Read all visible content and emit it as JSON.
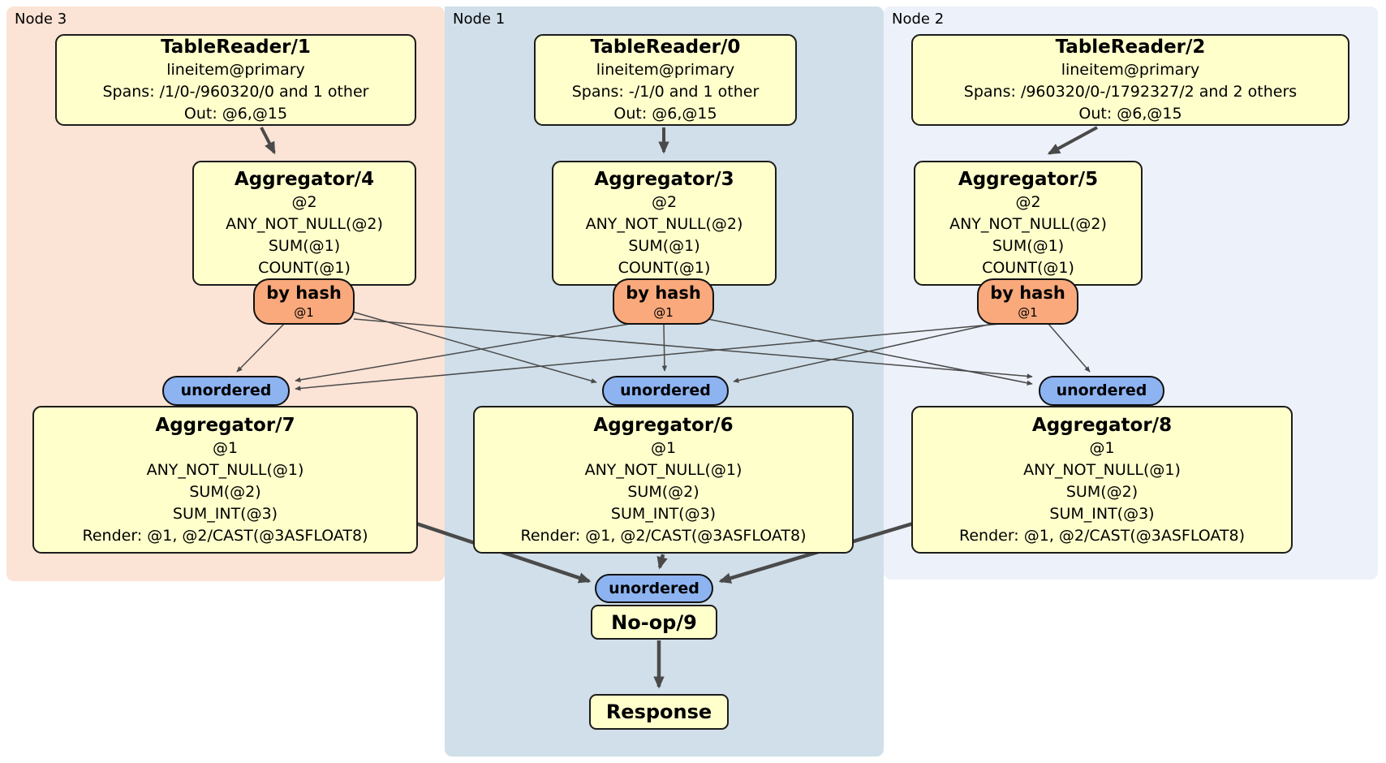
{
  "diagram_type": "distributed-sql-plan",
  "colors": {
    "node3_bg": "#fbe3d5",
    "node1_bg": "#d0dfe9",
    "node2_bg": "#edf1fa",
    "processor_box_fill": "#ffffcc",
    "hash_router_fill": "#f9a97c",
    "stream_pill_fill": "#8db3f1",
    "edge_color": "#4a4a4a"
  },
  "nodes": [
    {
      "label": "Node 3",
      "table_reader": {
        "title": "TableReader/1",
        "lines": [
          "lineitem@primary",
          "Spans: /1/0-/960320/0 and 1 other",
          "Out: @6,@15"
        ]
      },
      "pre_aggregator": {
        "title": "Aggregator/4",
        "lines": [
          "@2",
          "ANY_NOT_NULL(@2)",
          "SUM(@1)",
          "COUNT(@1)"
        ]
      },
      "router": {
        "label": "by hash",
        "detail": "@1"
      },
      "stream": {
        "label": "unordered"
      },
      "final_aggregator": {
        "title": "Aggregator/7",
        "lines": [
          "@1",
          "ANY_NOT_NULL(@1)",
          "SUM(@2)",
          "SUM_INT(@3)",
          "Render: @1, @2/CAST(@3ASFLOAT8)"
        ]
      }
    },
    {
      "label": "Node 1",
      "table_reader": {
        "title": "TableReader/0",
        "lines": [
          "lineitem@primary",
          "Spans: -/1/0 and 1 other",
          "Out: @6,@15"
        ]
      },
      "pre_aggregator": {
        "title": "Aggregator/3",
        "lines": [
          "@2",
          "ANY_NOT_NULL(@2)",
          "SUM(@1)",
          "COUNT(@1)"
        ]
      },
      "router": {
        "label": "by hash",
        "detail": "@1"
      },
      "stream": {
        "label": "unordered"
      },
      "final_aggregator": {
        "title": "Aggregator/6",
        "lines": [
          "@1",
          "ANY_NOT_NULL(@1)",
          "SUM(@2)",
          "SUM_INT(@3)",
          "Render: @1, @2/CAST(@3ASFLOAT8)"
        ]
      }
    },
    {
      "label": "Node 2",
      "table_reader": {
        "title": "TableReader/2",
        "lines": [
          "lineitem@primary",
          "Spans: /960320/0-/1792327/2 and 2 others",
          "Out: @6,@15"
        ]
      },
      "pre_aggregator": {
        "title": "Aggregator/5",
        "lines": [
          "@2",
          "ANY_NOT_NULL(@2)",
          "SUM(@1)",
          "COUNT(@1)"
        ]
      },
      "router": {
        "label": "by hash",
        "detail": "@1"
      },
      "stream": {
        "label": "unordered"
      },
      "final_aggregator": {
        "title": "Aggregator/8",
        "lines": [
          "@1",
          "ANY_NOT_NULL(@1)",
          "SUM(@2)",
          "SUM_INT(@3)",
          "Render: @1, @2/CAST(@3ASFLOAT8)"
        ]
      }
    }
  ],
  "sink": {
    "stream": {
      "label": "unordered"
    },
    "noop": {
      "title": "No-op/9"
    },
    "response": {
      "title": "Response"
    }
  }
}
